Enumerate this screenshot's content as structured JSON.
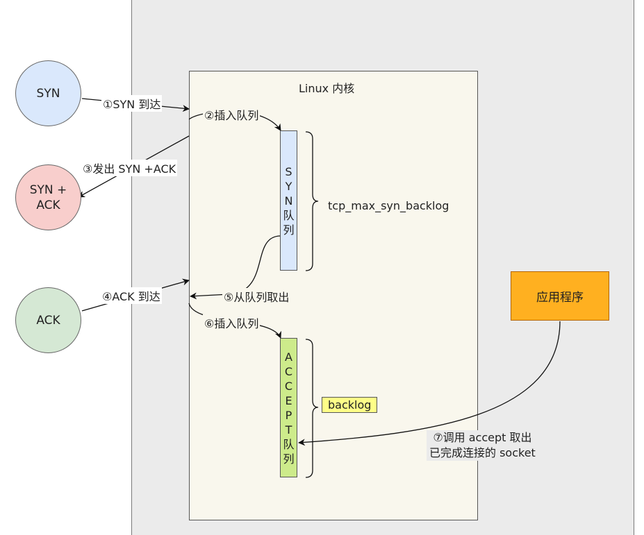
{
  "kernel": {
    "title": "Linux 内核"
  },
  "nodes": {
    "syn": {
      "label": "SYN",
      "color": "#dae8fc"
    },
    "synack": {
      "line1": "SYN +",
      "line2": "ACK",
      "color": "#f8cecc"
    },
    "ack": {
      "label": "ACK",
      "color": "#d5e8d4"
    },
    "app": {
      "label": "应用程序",
      "color": "#ffb020"
    }
  },
  "queues": {
    "syn": {
      "chars": [
        "S",
        "Y",
        "N",
        "队",
        "列"
      ],
      "color": "#dae8fc",
      "param": "tcp_max_syn_backlog"
    },
    "accept": {
      "chars": [
        "A",
        "C",
        "C",
        "E",
        "P",
        "T",
        "队",
        "列"
      ],
      "color": "#cdeb8b",
      "param": "backlog"
    }
  },
  "steps": {
    "s1": "①SYN 到达",
    "s2": "②插入队列",
    "s3": "③发出 SYN +ACK",
    "s4": "④ACK 到达",
    "s5": "⑤从队列取出",
    "s6": "⑥插入队列",
    "s7_line1": "⑦调用 accept 取出",
    "s7_line2": "已完成连接的 socket"
  }
}
